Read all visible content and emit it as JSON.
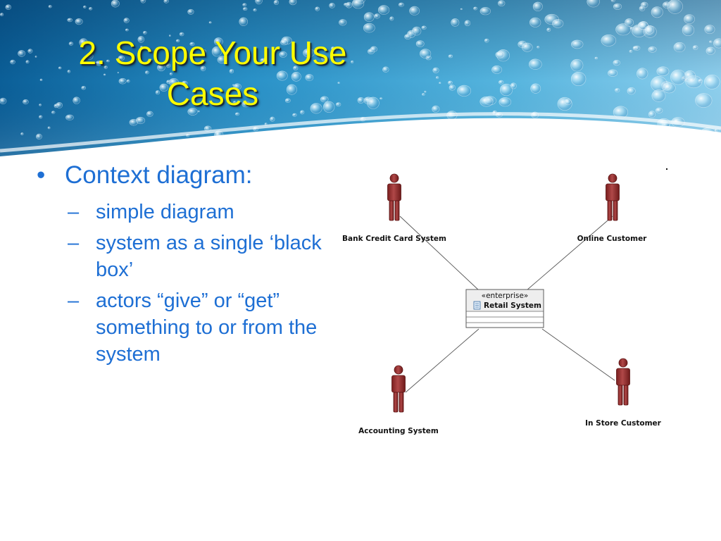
{
  "slide": {
    "title": "2. Scope Your Use Cases",
    "bullet": "Context diagram:",
    "subbullets": [
      "simple diagram",
      "system as a single ‘black box’",
      "actors “give” or “get” something to or from the system"
    ]
  },
  "diagram": {
    "system_stereotype": "«enterprise»",
    "system_name": "Retail System",
    "actors": [
      "Bank Credit Card System",
      "Online Customer",
      "Accounting System",
      "In Store Customer"
    ]
  },
  "colors": {
    "title": "#ffff00",
    "bullet_text": "#1e6fd4",
    "actor": "#9b2a2a",
    "header_water": "#1a7fbf"
  }
}
